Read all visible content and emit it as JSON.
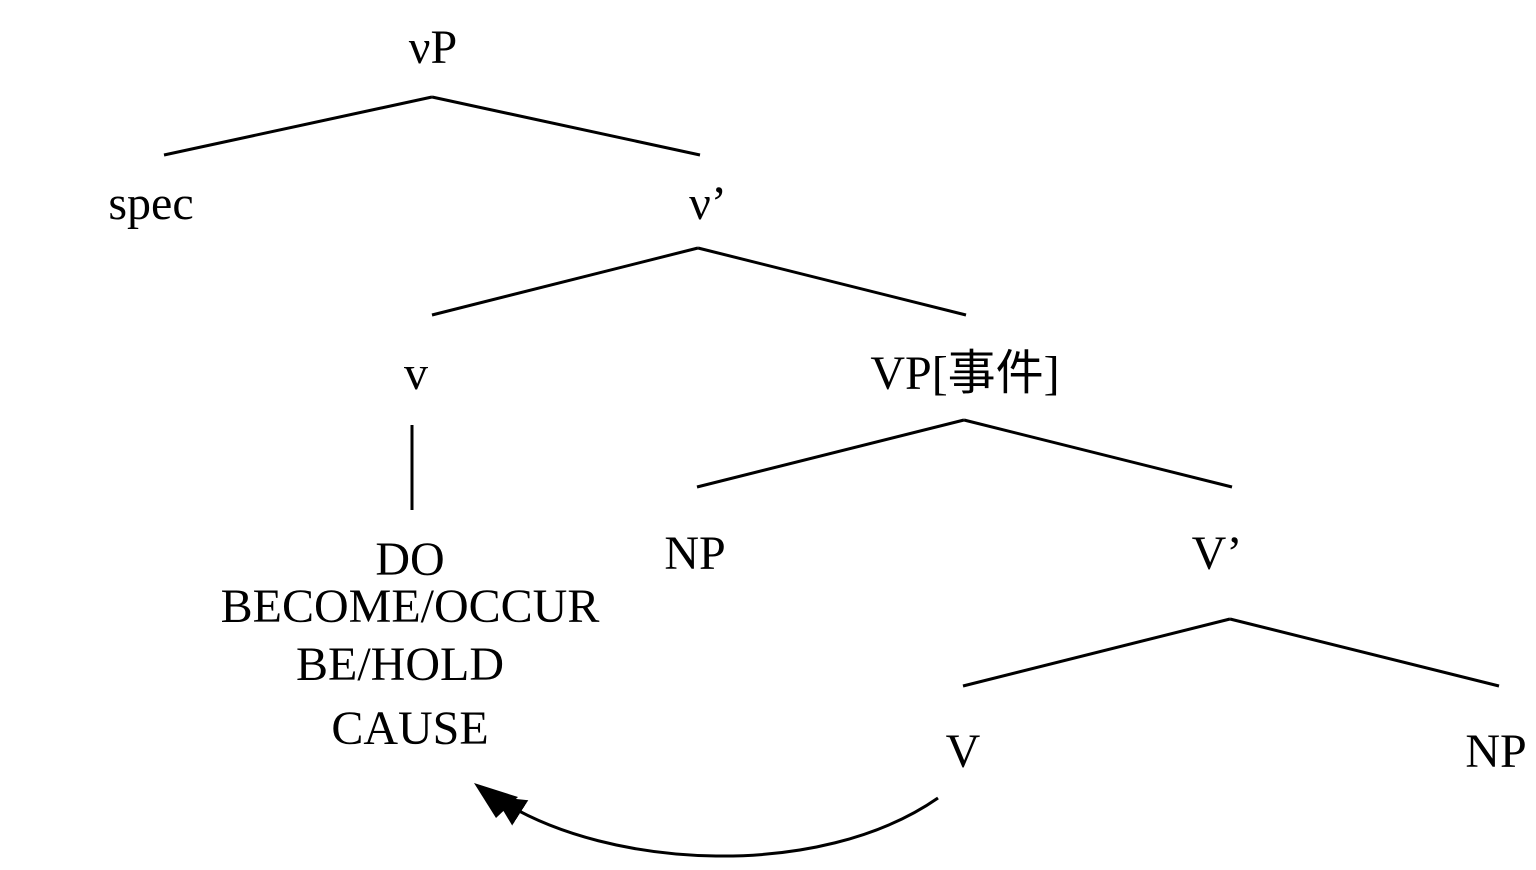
{
  "nodes": {
    "vP": "νP",
    "spec": "spec",
    "v_bar": "ν’",
    "v_head": "v",
    "VP": "VP[事件]",
    "NP_subj": "NP",
    "V_bar": "V’",
    "V": "V",
    "NP_obj": "NP"
  },
  "primitives": [
    "DO",
    "BECOME/OCCUR",
    "BE/HOLD",
    "CAUSE"
  ],
  "colors": {
    "ink": "#000000",
    "background": "#ffffff"
  }
}
